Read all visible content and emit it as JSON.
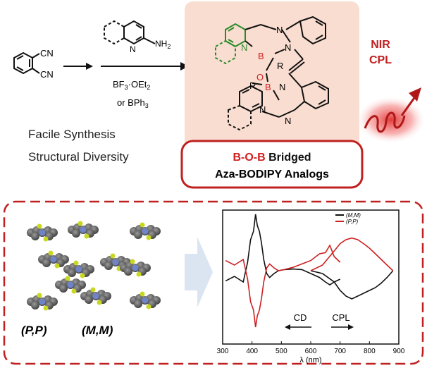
{
  "synthesis": {
    "cn_top": "CN",
    "cn_bottom": "CN",
    "nh2": "NH",
    "nh2_sub": "2",
    "n_pyridine": "N",
    "reagent1_a": "BF",
    "reagent1_b": "3",
    "reagent1_c": "·OEt",
    "reagent1_d": "2",
    "reagent2": "or BPh",
    "reagent2_sub": "3",
    "caption1": "Facile Synthesis",
    "caption2": "Structural Diversity"
  },
  "molecule": {
    "atoms": {
      "N": "N",
      "B": "B",
      "O": "O",
      "R": "R"
    },
    "title_red": "B-O-B",
    "title_black": " Bridged",
    "subtitle": "Aza-BODIPY Analogs"
  },
  "emission": {
    "line1": "NIR",
    "line2": "CPL"
  },
  "crystal": {
    "label_pp": "(P,P)",
    "label_mm": "(M,M)"
  },
  "chart_data": {
    "type": "line",
    "xlabel": "λ (nm)",
    "xlim": [
      300,
      900
    ],
    "x_ticks": [
      "300",
      "400",
      "500",
      "600",
      "700",
      "800",
      "900"
    ],
    "legend": [
      "(M,M)",
      "(P,P)"
    ],
    "annotations": [
      "CD",
      "CPL"
    ],
    "colors": {
      "MM": "#111111",
      "PP": "#cc2020"
    },
    "series": [
      {
        "name": "(M,M)",
        "role": "CD",
        "x": [
          310,
          340,
          370,
          385,
          395,
          405,
          412,
          418,
          425,
          432,
          440,
          450,
          460,
          475,
          490,
          510,
          540,
          570,
          600,
          630,
          650,
          665,
          680,
          700
        ],
        "y": [
          -0.18,
          -0.1,
          -0.2,
          0.15,
          0.55,
          0.7,
          1.0,
          0.8,
          0.7,
          0.5,
          0.2,
          -0.05,
          -0.12,
          -0.05,
          0.0,
          0.02,
          0.03,
          0.02,
          -0.05,
          -0.12,
          -0.2,
          -0.25,
          -0.2,
          -0.15
        ]
      },
      {
        "name": "(P,P)",
        "role": "CD",
        "x": [
          310,
          340,
          370,
          385,
          395,
          405,
          412,
          418,
          425,
          432,
          440,
          450,
          460,
          475,
          490,
          510,
          540,
          570,
          600,
          630,
          650,
          665,
          680,
          700
        ],
        "y": [
          0.18,
          0.1,
          0.2,
          -0.15,
          -0.55,
          -0.7,
          -1.0,
          -0.8,
          -0.7,
          -0.5,
          -0.2,
          0.05,
          0.12,
          0.05,
          0.0,
          0.02,
          0.06,
          0.12,
          0.18,
          0.3,
          0.32,
          0.45,
          0.25,
          0.15
        ]
      },
      {
        "name": "(M,M)",
        "role": "CPL",
        "x": [
          600,
          640,
          680,
          700,
          720,
          740,
          760,
          780,
          800,
          820,
          840,
          860,
          880
        ],
        "y": [
          0.0,
          -0.05,
          -0.2,
          -0.35,
          -0.45,
          -0.5,
          -0.45,
          -0.4,
          -0.35,
          -0.3,
          -0.22,
          -0.12,
          0.0
        ]
      },
      {
        "name": "(P,P)",
        "role": "CPL",
        "x": [
          600,
          640,
          680,
          700,
          720,
          740,
          760,
          780,
          800,
          820,
          840,
          860,
          880
        ],
        "y": [
          0.0,
          0.1,
          0.35,
          0.48,
          0.55,
          0.58,
          0.55,
          0.48,
          0.4,
          0.3,
          0.2,
          0.1,
          0.0
        ]
      }
    ]
  }
}
